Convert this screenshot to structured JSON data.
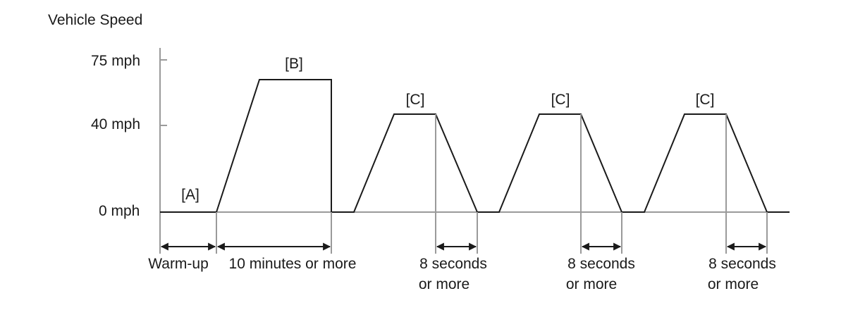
{
  "diagram": {
    "y_axis_title": "Vehicle Speed",
    "speed_labels": {
      "top": "75 mph",
      "mid": "40 mph",
      "zero": "0 mph"
    },
    "phase_labels": {
      "a": "[A]",
      "b": "[B]",
      "c1": "[C]",
      "c2": "[C]",
      "c3": "[C]"
    },
    "duration_labels": {
      "warmup": "Warm-up",
      "ten_minutes": "10 minutes or more",
      "eight_seconds_line1": "8 seconds",
      "eight_seconds_line2": "or more"
    },
    "colors": {
      "line": "#1a1a1a",
      "grid": "#9a9a9a"
    }
  }
}
